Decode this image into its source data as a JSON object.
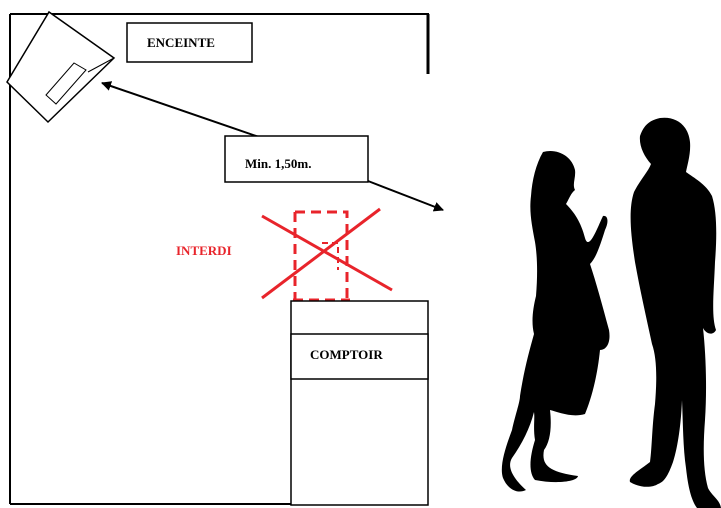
{
  "diagram": {
    "labels": {
      "speaker": "ENCEINTE",
      "distance": "Min. 1,50m.",
      "forbidden": "INTERDI",
      "counter": "COMPTOIR"
    },
    "colors": {
      "ink": "#000000",
      "forbidden": "#e8242b",
      "background": "#ffffff"
    },
    "icons": {
      "speaker": "speaker-icon",
      "people": "people-silhouette-icon"
    }
  }
}
